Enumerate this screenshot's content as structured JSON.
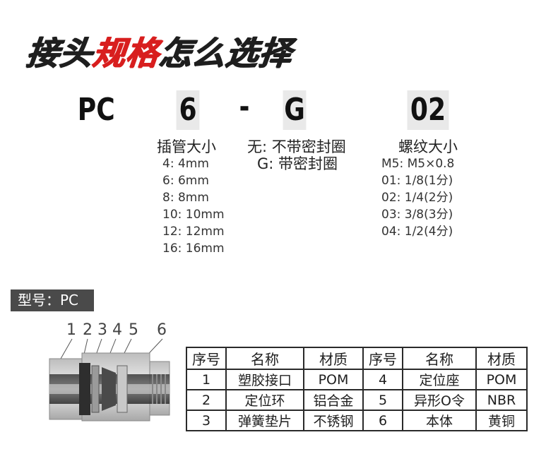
{
  "title": {
    "part1": "接头",
    "part2": "规格",
    "part3": "怎么选择"
  },
  "code": {
    "prefix": "PC",
    "size": "6",
    "dash": "-",
    "seal": "G",
    "thread": "02"
  },
  "tube_size": {
    "heading": "插管大小",
    "options": [
      "4:  4mm",
      "6:  6mm",
      "8:  8mm",
      "10:  10mm",
      "12:  12mm",
      "16:  16mm"
    ]
  },
  "seal_ring": {
    "options": [
      "无: 不带密封圈",
      "G: 带密封圈"
    ]
  },
  "thread_size": {
    "heading": "螺纹大小",
    "options": [
      "M5:  M5×0.8",
      "01:  1/8(1分)",
      "02:  1/4(2分)",
      "03:  3/8(3分)",
      "04:  1/2(4分)"
    ]
  },
  "model_label": "型号：PC",
  "part_numbers": [
    "1",
    "2",
    "3",
    "4",
    "5",
    "6"
  ],
  "parts_table": {
    "headers": [
      "序号",
      "名称",
      "材质",
      "序号",
      "名称",
      "材质"
    ],
    "rows": [
      [
        "1",
        "塑胶接口",
        "POM",
        "4",
        "定位座",
        "POM"
      ],
      [
        "2",
        "定位环",
        "铝合金",
        "5",
        "异形O令",
        "NBR"
      ],
      [
        "3",
        "弹簧垫片",
        "不锈钢",
        "6",
        "本体",
        "黄铜"
      ]
    ]
  },
  "colors": {
    "accent_red": "#d81e1e",
    "code_box_bg": "#e9e9e9",
    "label_bg": "#4a4a4a"
  }
}
